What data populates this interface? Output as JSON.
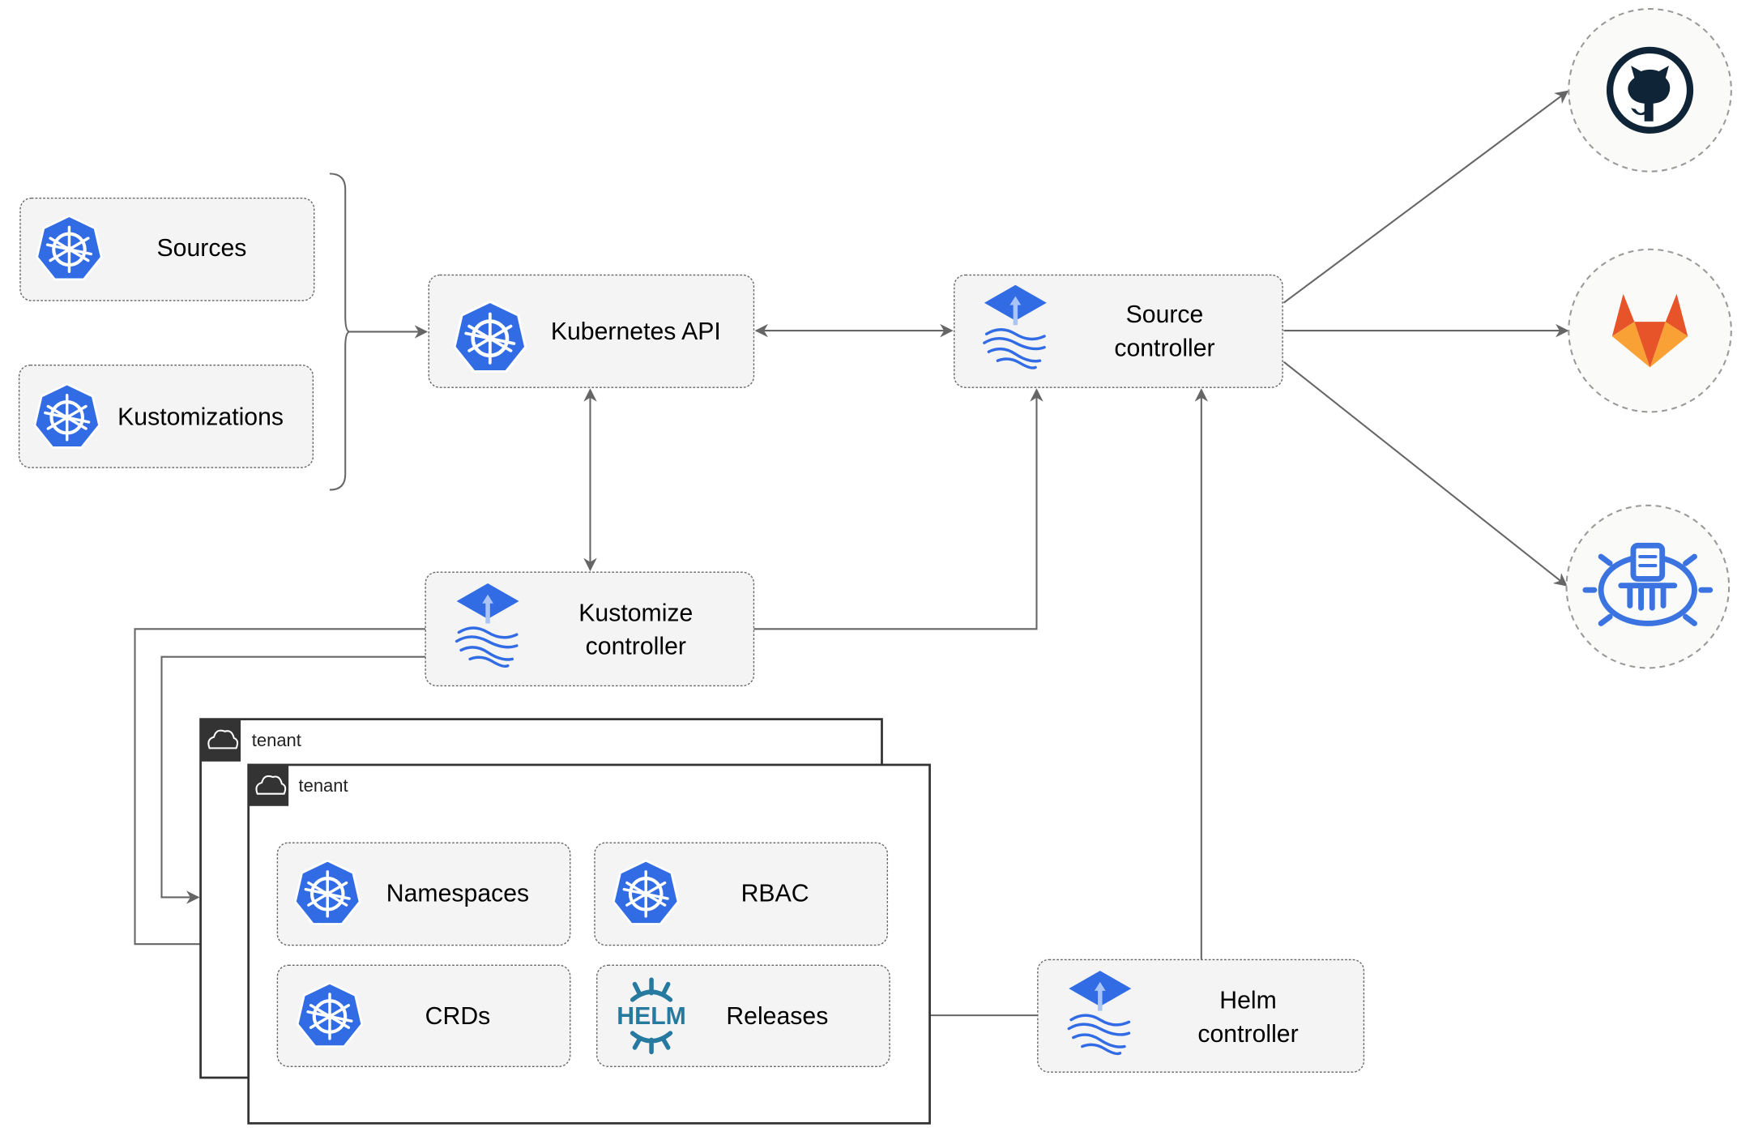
{
  "nodes": {
    "sources": "Sources",
    "kustomizations": "Kustomizations",
    "kubernetes_api": "Kubernetes API",
    "source_controller": [
      "Source",
      "controller"
    ],
    "kustomize_controller": [
      "Kustomize",
      "controller"
    ],
    "helm_controller": [
      "Helm",
      "controller"
    ],
    "namespaces": "Namespaces",
    "rbac": "RBAC",
    "crds": "CRDs",
    "releases": "Releases",
    "helm_logo_text": "HELM"
  },
  "tenants": [
    "tenant",
    "tenant"
  ],
  "external_sources": [
    {
      "name": "github",
      "icon": "github-icon"
    },
    {
      "name": "gitlab",
      "icon": "gitlab-icon"
    },
    {
      "name": "bucket",
      "icon": "bucket-icon"
    }
  ],
  "colors": {
    "kubernetes": "#326ce5",
    "helm": "#277a9f",
    "github": "#0f2436",
    "gitlab_red": "#e8542a",
    "gitlab_orange": "#f9a134",
    "edge": "#666666"
  }
}
